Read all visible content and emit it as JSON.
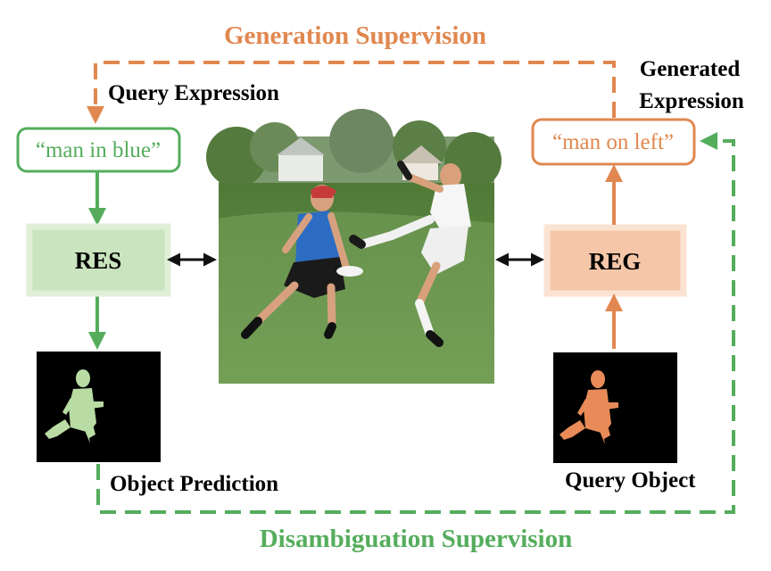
{
  "diagram": {
    "generation_supervision": "Generation Supervision",
    "disambiguation_supervision": "Disambiguation Supervision",
    "query_expression_label": "Query Expression",
    "generated_expression_label_line1": "Generated",
    "generated_expression_label_line2": "Expression",
    "query_expression_text": "“man in blue”",
    "generated_expression_text": "“man on left”",
    "res_label": "RES",
    "reg_label": "REG",
    "object_prediction_label": "Object Prediction",
    "query_object_label": "Query Object"
  },
  "colors": {
    "orange": "#e08850",
    "green": "#55ad5c",
    "res_fill": "#c9e4bf",
    "res_border": "#e0f0d8",
    "reg_fill": "#f5c7a8",
    "reg_border": "#fbe3d3",
    "mask_green": "#b9dca4",
    "mask_orange": "#e88b58"
  }
}
